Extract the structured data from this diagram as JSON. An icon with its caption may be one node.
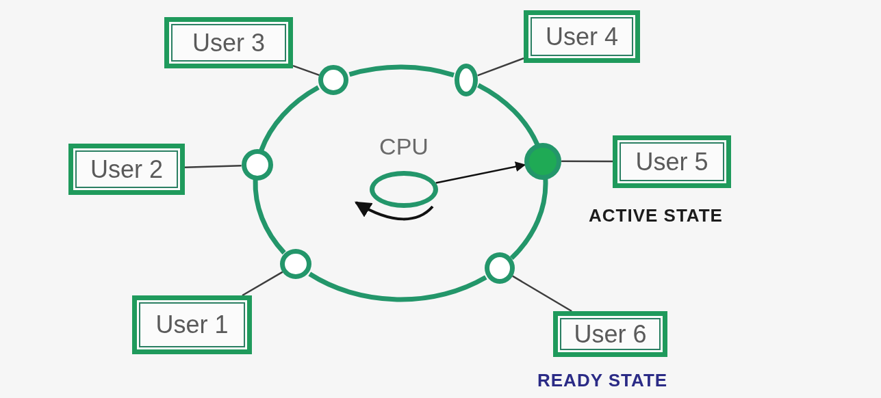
{
  "diagram": {
    "nodes": [
      {
        "text": [
          "User 3"
        ]
      },
      {
        "text": [
          "User 4"
        ]
      },
      {
        "text": [
          "User 2"
        ]
      },
      {
        "text": [
          "CPU"
        ]
      },
      {
        "text": [
          "User 5"
        ],
        "beside": [
          "ACTIVE STATE"
        ]
      },
      {
        "text": [
          "User 1"
        ]
      },
      {
        "text": [
          "User 6"
        ],
        "beside": [
          "READY STATE"
        ]
      },
      {
        "text": [],
        "shape": "circle"
      },
      {
        "text": [],
        "shape": "circle"
      },
      {
        "text": [],
        "shape": "circle"
      },
      {
        "text": [],
        "shape": "circle"
      },
      {
        "text": [],
        "shape": "circle"
      },
      {
        "text": [],
        "shape": "circle"
      }
    ],
    "edges": [
      {
        "from": 0,
        "to": 7,
        "arrow": "none"
      },
      {
        "from": 1,
        "to": 8,
        "arrow": "none"
      },
      {
        "from": 2,
        "to": 9,
        "arrow": "none"
      },
      {
        "from": 4,
        "to": 10,
        "arrow": "none"
      },
      {
        "from": 5,
        "to": 11,
        "arrow": "none"
      },
      {
        "from": 6,
        "to": 12,
        "arrow": "none"
      },
      {
        "from": 3,
        "to": 10,
        "arrow": "to",
        "color": "#111111"
      },
      {
        "from": 7,
        "to": 8,
        "arrow": "none",
        "style": "thick",
        "color": "#23966a"
      },
      {
        "from": 8,
        "to": 10,
        "arrow": "none",
        "style": "thick",
        "color": "#23966a"
      },
      {
        "from": 10,
        "to": 12,
        "arrow": "none",
        "style": "thick",
        "color": "#23966a"
      },
      {
        "from": 12,
        "to": 11,
        "arrow": "none",
        "style": "thick",
        "color": "#23966a"
      },
      {
        "from": 11,
        "to": 9,
        "arrow": "none",
        "style": "thick",
        "color": "#23966a"
      },
      {
        "from": 9,
        "to": 7,
        "arrow": "none",
        "style": "thick",
        "color": "#23966a"
      }
    ]
  }
}
